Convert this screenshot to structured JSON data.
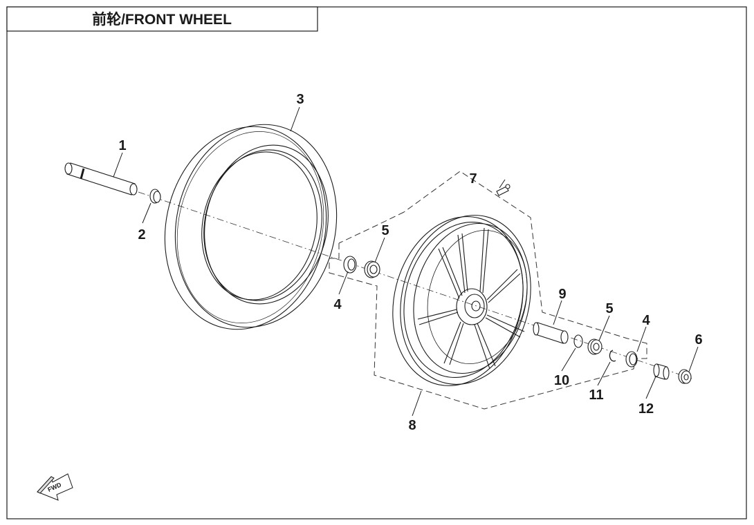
{
  "title": "前轮/FRONT WHEEL",
  "fwd_label": "FWD",
  "callouts": [
    "1",
    "2",
    "3",
    "4",
    "5",
    "6",
    "7",
    "8",
    "9",
    "10",
    "11",
    "12",
    "5",
    "4"
  ],
  "colors": {
    "line": "#1a1a1a",
    "bg": "#ffffff"
  }
}
